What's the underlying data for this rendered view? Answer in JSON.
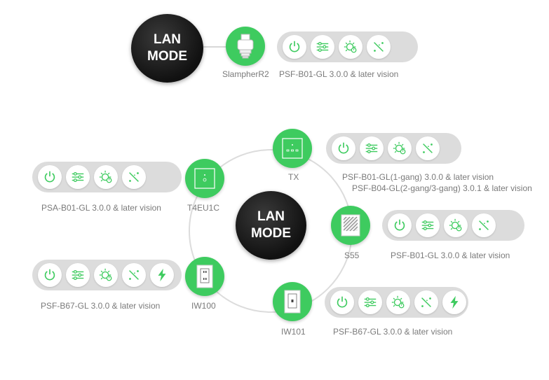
{
  "top": {
    "lan_line1": "LAN",
    "lan_line2": "MODE",
    "device": {
      "name": "SlampherR2",
      "firmware": "PSF-B01-GL 3.0.0 & later vision"
    }
  },
  "center": {
    "lan_line1": "LAN",
    "lan_line2": "MODE"
  },
  "devices": {
    "tx": {
      "name": "TX",
      "firmware_1": "PSF-B01-GL(1-gang) 3.0.0 & later vision",
      "firmware_2": "PSF-B04-GL(2-gang/3-gang) 3.0.1 & later vision"
    },
    "t4eu1c": {
      "name": "T4EU1C",
      "firmware": "PSA-B01-GL 3.0.0 & later vision"
    },
    "s55": {
      "name": "S55",
      "firmware": "PSF-B01-GL 3.0.0 & later vision"
    },
    "iw100": {
      "name": "IW100",
      "firmware": "PSF-B67-GL 3.0.0 & later vision"
    },
    "iw101": {
      "name": "IW101",
      "firmware": "PSF-B67-GL 3.0.0 & later vision"
    }
  },
  "icons": {
    "power": "power-icon",
    "sliders": "sliders-icon",
    "light": "light-timer-icon",
    "wand": "magic-wand-icon",
    "energy": "energy-bolt-icon"
  },
  "colors": {
    "accent": "#3ecb5f",
    "pill": "#dcdcdc",
    "icon": "#3ecb5f",
    "label": "#7a7a7a"
  }
}
